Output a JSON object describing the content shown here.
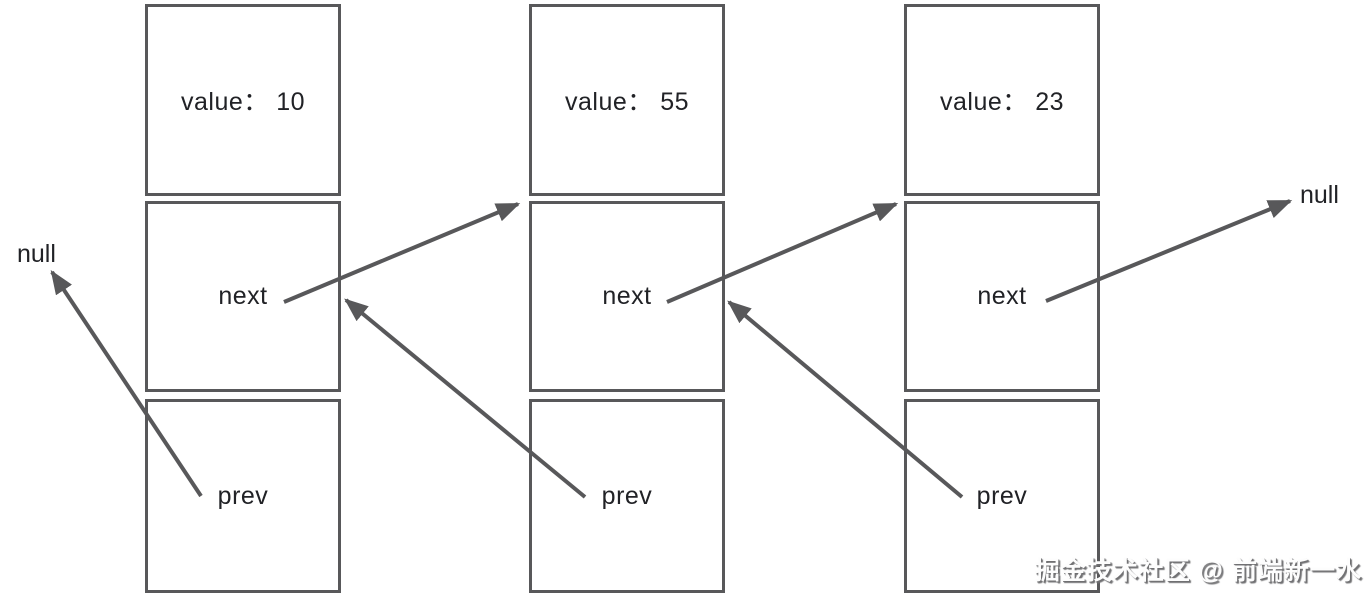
{
  "diagram": {
    "type": "doubly-linked-list",
    "nodes": [
      {
        "value_label": "value： 10",
        "next_label": "next",
        "prev_label": "prev"
      },
      {
        "value_label": "value： 55",
        "next_label": "next",
        "prev_label": "prev"
      },
      {
        "value_label": "value： 23",
        "next_label": "next",
        "prev_label": "prev"
      }
    ],
    "null_left": "null",
    "null_right": "null"
  },
  "watermark": "掘金技术社区 @ 前端新一水",
  "colors": {
    "line": "#58585a",
    "text": "#212226",
    "background": "#ffffff",
    "watermark_text": "#fdfdfd"
  }
}
